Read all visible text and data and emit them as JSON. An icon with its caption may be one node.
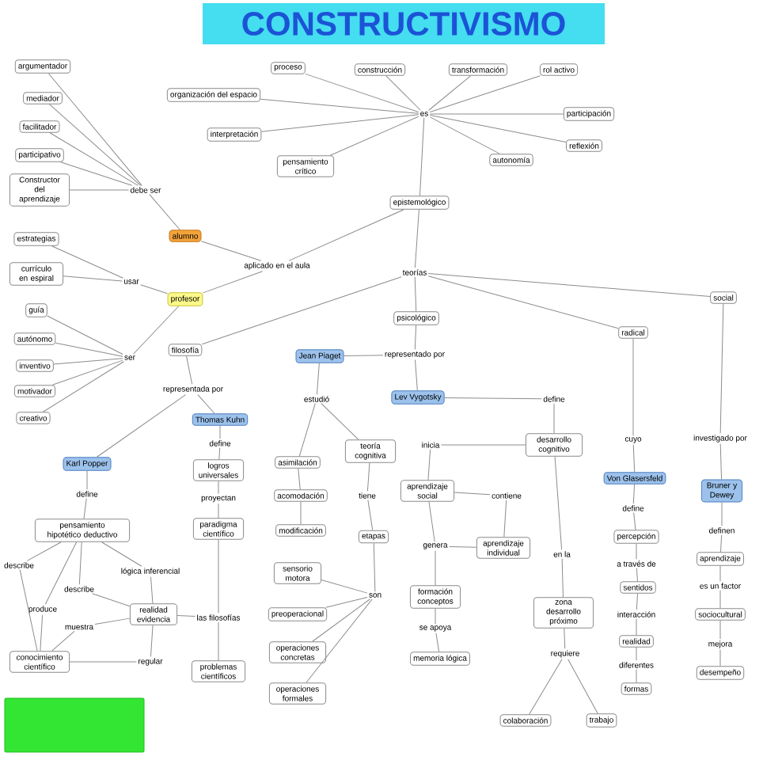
{
  "diagram": {
    "title": "CONSTRUCTIVISMO",
    "nodes": [
      {
        "text": [
          "argumentador"
        ]
      },
      {
        "text": [
          "mediador"
        ]
      },
      {
        "text": [
          "facilitador"
        ]
      },
      {
        "text": [
          "participativo"
        ]
      },
      {
        "text": [
          "Constructor del aprendizaje"
        ]
      },
      {
        "text": [
          "debe ser"
        ]
      },
      {
        "text": [
          "alumno"
        ]
      },
      {
        "text": [
          "estrategias"
        ]
      },
      {
        "text": [
          "currículo en espiral"
        ]
      },
      {
        "text": [
          "usar"
        ]
      },
      {
        "text": [
          "profesor"
        ]
      },
      {
        "text": [
          "guía"
        ]
      },
      {
        "text": [
          "autónomo"
        ]
      },
      {
        "text": [
          "inventivo"
        ]
      },
      {
        "text": [
          "motivador"
        ]
      },
      {
        "text": [
          "creativo"
        ]
      },
      {
        "text": [
          "ser"
        ]
      },
      {
        "text": [
          "proceso"
        ]
      },
      {
        "text": [
          "construcción"
        ]
      },
      {
        "text": [
          "transformación"
        ]
      },
      {
        "text": [
          "rol activo"
        ]
      },
      {
        "text": [
          "organización del espacio"
        ]
      },
      {
        "text": [
          "interpretación"
        ]
      },
      {
        "text": [
          "es"
        ]
      },
      {
        "text": [
          "participación"
        ]
      },
      {
        "text": [
          "reflexión"
        ]
      },
      {
        "text": [
          "autonomía"
        ]
      },
      {
        "text": [
          "pensamiento crítico"
        ]
      },
      {
        "text": [
          "epistemológico"
        ]
      },
      {
        "text": [
          "aplicado en el aula"
        ]
      },
      {
        "text": [
          "teorías"
        ]
      },
      {
        "text": [
          "social"
        ]
      },
      {
        "text": [
          "filosofía"
        ]
      },
      {
        "text": [
          "psicológico"
        ]
      },
      {
        "text": [
          "radical"
        ]
      },
      {
        "text": [
          "Jean Piaget"
        ]
      },
      {
        "text": [
          "representado por"
        ]
      },
      {
        "text": [
          "representada por"
        ]
      },
      {
        "text": [
          "Lev Vygotsky"
        ]
      },
      {
        "text": [
          "define"
        ]
      },
      {
        "text": [
          "estudió"
        ]
      },
      {
        "text": [
          "Thomas Kuhn"
        ]
      },
      {
        "text": [
          "desarrollo cognitivo"
        ]
      },
      {
        "text": [
          "inicia"
        ]
      },
      {
        "text": [
          "cuyo"
        ]
      },
      {
        "text": [
          "investigado por"
        ]
      },
      {
        "text": [
          "asimilación"
        ]
      },
      {
        "text": [
          "teoría cognitiva"
        ]
      },
      {
        "text": [
          "Karl Popper"
        ]
      },
      {
        "text": [
          "define"
        ]
      },
      {
        "text": [
          "logros universales"
        ]
      },
      {
        "text": [
          "Von Glasersfeld"
        ]
      },
      {
        "text": [
          "Bruner y Dewey"
        ]
      },
      {
        "text": [
          "aprendizaje social"
        ]
      },
      {
        "text": [
          "acomodación"
        ]
      },
      {
        "text": [
          "tiene"
        ]
      },
      {
        "text": [
          "define"
        ]
      },
      {
        "text": [
          "contiene"
        ]
      },
      {
        "text": [
          "proyectan"
        ]
      },
      {
        "text": [
          "define"
        ]
      },
      {
        "text": [
          "definen"
        ]
      },
      {
        "text": [
          "paradigma científico"
        ]
      },
      {
        "text": [
          "modificación"
        ]
      },
      {
        "text": [
          "etapas"
        ]
      },
      {
        "text": [
          "pensamiento hipotético deductivo"
        ]
      },
      {
        "text": [
          "percepción"
        ]
      },
      {
        "text": [
          "aprendizaje individual"
        ]
      },
      {
        "text": [
          "genera"
        ]
      },
      {
        "text": [
          "en la"
        ]
      },
      {
        "text": [
          "aprendizaje"
        ]
      },
      {
        "text": [
          "a través de"
        ]
      },
      {
        "text": [
          "describe"
        ]
      },
      {
        "text": [
          "sensorio motora"
        ]
      },
      {
        "text": [
          "lógica inferencial"
        ]
      },
      {
        "text": [
          "describe"
        ]
      },
      {
        "text": [
          "es un factor"
        ]
      },
      {
        "text": [
          "sentidos"
        ]
      },
      {
        "text": [
          "formación conceptos"
        ]
      },
      {
        "text": [
          "zona desarrollo próximo"
        ]
      },
      {
        "text": [
          "realidad evidencia"
        ]
      },
      {
        "text": [
          "produce"
        ]
      },
      {
        "text": [
          "son"
        ]
      },
      {
        "text": [
          "las filosofías"
        ]
      },
      {
        "text": [
          "preoperacional"
        ]
      },
      {
        "text": [
          "interacción"
        ]
      },
      {
        "text": [
          "sociocultural"
        ]
      },
      {
        "text": [
          "muestra"
        ]
      },
      {
        "text": [
          "se apoya"
        ]
      },
      {
        "text": [
          "realidad"
        ]
      },
      {
        "text": [
          "mejora"
        ]
      },
      {
        "text": [
          "operaciones concretas"
        ]
      },
      {
        "text": [
          "requiere"
        ]
      },
      {
        "text": [
          "conocimiento científico"
        ]
      },
      {
        "text": [
          "regular"
        ]
      },
      {
        "text": [
          "memoria lógica"
        ]
      },
      {
        "text": [
          "problemas científicos"
        ]
      },
      {
        "text": [
          "diferentes"
        ]
      },
      {
        "text": [
          "formas"
        ]
      },
      {
        "text": [
          "desempeño"
        ]
      },
      {
        "text": [
          "operaciones formales"
        ]
      },
      {
        "text": [
          "colaboración"
        ]
      },
      {
        "text": [
          "trabajo"
        ]
      },
      {
        "text": [],
        "shape": "box"
      }
    ],
    "edges": [
      {
        "from": 0,
        "to": 5,
        "arrow": "none"
      },
      {
        "from": 1,
        "to": 5,
        "arrow": "none"
      },
      {
        "from": 2,
        "to": 5,
        "arrow": "none"
      },
      {
        "from": 3,
        "to": 5,
        "arrow": "none"
      },
      {
        "from": 4,
        "to": 5,
        "arrow": "none"
      },
      {
        "from": 5,
        "to": 6,
        "arrow": "none"
      },
      {
        "from": 6,
        "to": 29,
        "arrow": "none"
      },
      {
        "from": 7,
        "to": 9,
        "arrow": "none"
      },
      {
        "from": 8,
        "to": 9,
        "arrow": "none"
      },
      {
        "from": 9,
        "to": 10,
        "arrow": "none"
      },
      {
        "from": 10,
        "to": 29,
        "arrow": "none"
      },
      {
        "from": 11,
        "to": 16,
        "arrow": "none"
      },
      {
        "from": 12,
        "to": 16,
        "arrow": "none"
      },
      {
        "from": 13,
        "to": 16,
        "arrow": "none"
      },
      {
        "from": 14,
        "to": 16,
        "arrow": "none"
      },
      {
        "from": 15,
        "to": 16,
        "arrow": "none"
      },
      {
        "from": 16,
        "to": 10,
        "arrow": "none"
      },
      {
        "from": 23,
        "to": 17,
        "arrow": "none"
      },
      {
        "from": 23,
        "to": 18,
        "arrow": "none"
      },
      {
        "from": 23,
        "to": 19,
        "arrow": "none"
      },
      {
        "from": 23,
        "to": 20,
        "arrow": "none"
      },
      {
        "from": 23,
        "to": 21,
        "arrow": "none"
      },
      {
        "from": 23,
        "to": 22,
        "arrow": "none"
      },
      {
        "from": 23,
        "to": 24,
        "arrow": "none"
      },
      {
        "from": 23,
        "to": 25,
        "arrow": "none"
      },
      {
        "from": 23,
        "to": 26,
        "arrow": "none"
      },
      {
        "from": 23,
        "to": 27,
        "arrow": "none"
      },
      {
        "from": 23,
        "to": 28,
        "arrow": "none"
      },
      {
        "from": 28,
        "to": 29,
        "arrow": "none"
      },
      {
        "from": 28,
        "to": 30,
        "arrow": "none"
      },
      {
        "from": 30,
        "to": 31,
        "arrow": "none"
      },
      {
        "from": 30,
        "to": 32,
        "arrow": "none"
      },
      {
        "from": 30,
        "to": 33,
        "arrow": "none"
      },
      {
        "from": 30,
        "to": 34,
        "arrow": "none"
      },
      {
        "from": 33,
        "to": 36,
        "arrow": "none"
      },
      {
        "from": 36,
        "to": 35,
        "arrow": "none"
      },
      {
        "from": 36,
        "to": 38,
        "arrow": "none"
      },
      {
        "from": 32,
        "to": 37,
        "arrow": "none"
      },
      {
        "from": 37,
        "to": 41,
        "arrow": "none"
      },
      {
        "from": 37,
        "to": 48,
        "arrow": "none"
      },
      {
        "from": 38,
        "to": 39,
        "arrow": "none"
      },
      {
        "from": 39,
        "to": 42,
        "arrow": "none"
      },
      {
        "from": 35,
        "to": 40,
        "arrow": "none"
      },
      {
        "from": 40,
        "to": 46,
        "arrow": "none"
      },
      {
        "from": 46,
        "to": 54,
        "arrow": "none"
      },
      {
        "from": 54,
        "to": 62,
        "arrow": "none"
      },
      {
        "from": 40,
        "to": 47,
        "arrow": "none"
      },
      {
        "from": 42,
        "to": 43,
        "arrow": "none"
      },
      {
        "from": 43,
        "to": 53,
        "arrow": "none"
      },
      {
        "from": 53,
        "to": 57,
        "arrow": "none"
      },
      {
        "from": 57,
        "to": 66,
        "arrow": "none"
      },
      {
        "from": 53,
        "to": 67,
        "arrow": "none"
      },
      {
        "from": 66,
        "to": 67,
        "arrow": "none"
      },
      {
        "from": 67,
        "to": 77,
        "arrow": "none"
      },
      {
        "from": 77,
        "to": 87,
        "arrow": "none"
      },
      {
        "from": 87,
        "to": 94,
        "arrow": "none"
      },
      {
        "from": 42,
        "to": 68,
        "arrow": "none"
      },
      {
        "from": 68,
        "to": 78,
        "arrow": "none"
      },
      {
        "from": 78,
        "to": 91,
        "arrow": "none"
      },
      {
        "from": 91,
        "to": 100,
        "arrow": "none"
      },
      {
        "from": 91,
        "to": 101,
        "arrow": "none"
      },
      {
        "from": 34,
        "to": 44,
        "arrow": "none"
      },
      {
        "from": 44,
        "to": 51,
        "arrow": "none"
      },
      {
        "from": 51,
        "to": 59,
        "arrow": "none"
      },
      {
        "from": 59,
        "to": 65,
        "arrow": "none"
      },
      {
        "from": 65,
        "to": 70,
        "arrow": "none"
      },
      {
        "from": 70,
        "to": 76,
        "arrow": "none"
      },
      {
        "from": 76,
        "to": 84,
        "arrow": "none"
      },
      {
        "from": 84,
        "to": 88,
        "arrow": "none"
      },
      {
        "from": 88,
        "to": 96,
        "arrow": "none"
      },
      {
        "from": 96,
        "to": 97,
        "arrow": "none"
      },
      {
        "from": 31,
        "to": 45,
        "arrow": "none"
      },
      {
        "from": 45,
        "to": 52,
        "arrow": "none"
      },
      {
        "from": 52,
        "to": 60,
        "arrow": "none"
      },
      {
        "from": 60,
        "to": 69,
        "arrow": "none"
      },
      {
        "from": 69,
        "to": 75,
        "arrow": "none"
      },
      {
        "from": 75,
        "to": 85,
        "arrow": "none"
      },
      {
        "from": 85,
        "to": 89,
        "arrow": "none"
      },
      {
        "from": 89,
        "to": 98,
        "arrow": "none"
      },
      {
        "from": 47,
        "to": 55,
        "arrow": "none"
      },
      {
        "from": 55,
        "to": 63,
        "arrow": "none"
      },
      {
        "from": 63,
        "to": 81,
        "arrow": "none"
      },
      {
        "from": 81,
        "to": 72,
        "arrow": "none"
      },
      {
        "from": 81,
        "to": 83,
        "arrow": "none"
      },
      {
        "from": 81,
        "to": 90,
        "arrow": "none"
      },
      {
        "from": 81,
        "to": 99,
        "arrow": "none"
      },
      {
        "from": 41,
        "to": 49,
        "arrow": "none"
      },
      {
        "from": 49,
        "to": 50,
        "arrow": "none"
      },
      {
        "from": 50,
        "to": 58,
        "arrow": "none"
      },
      {
        "from": 58,
        "to": 61,
        "arrow": "none"
      },
      {
        "from": 61,
        "to": 82,
        "arrow": "none"
      },
      {
        "from": 82,
        "to": 95,
        "arrow": "none"
      },
      {
        "from": 48,
        "to": 56,
        "arrow": "none"
      },
      {
        "from": 56,
        "to": 64,
        "arrow": "none"
      },
      {
        "from": 64,
        "to": 71,
        "arrow": "none"
      },
      {
        "from": 71,
        "to": 92,
        "arrow": "none"
      },
      {
        "from": 64,
        "to": 80,
        "arrow": "none"
      },
      {
        "from": 80,
        "to": 92,
        "arrow": "none"
      },
      {
        "from": 64,
        "to": 74,
        "arrow": "none"
      },
      {
        "from": 74,
        "to": 79,
        "arrow": "none"
      },
      {
        "from": 64,
        "to": 73,
        "arrow": "none"
      },
      {
        "from": 73,
        "to": 79,
        "arrow": "none"
      },
      {
        "from": 79,
        "to": 86,
        "arrow": "none"
      },
      {
        "from": 86,
        "to": 92,
        "arrow": "none"
      },
      {
        "from": 92,
        "to": 93,
        "arrow": "none"
      },
      {
        "from": 93,
        "to": 79,
        "arrow": "none"
      },
      {
        "from": 79,
        "to": 82,
        "arrow": "none"
      }
    ]
  }
}
